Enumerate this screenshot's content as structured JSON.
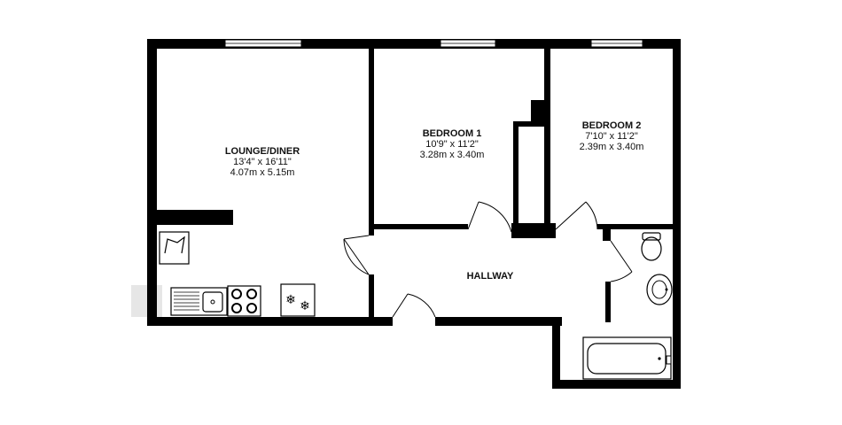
{
  "floorplan": {
    "rooms": {
      "lounge": {
        "name": "LOUNGE/DINER",
        "imperial": "13'4\" x 16'11\"",
        "metric": "4.07m x 5.15m"
      },
      "bedroom1": {
        "name": "BEDROOM 1",
        "imperial": "10'9\" x 11'2\"",
        "metric": "3.28m x 3.40m"
      },
      "bedroom2": {
        "name": "BEDROOM 2",
        "imperial": "7'10\" x 11'2\"",
        "metric": "2.39m x 3.40m"
      },
      "hallway": {
        "name": "HALLWAY"
      }
    },
    "icons": [
      "sink-icon",
      "hob-icon",
      "fridge-freezer-icon",
      "washing-machine-icon",
      "toilet-icon",
      "basin-icon",
      "bath-icon"
    ]
  }
}
